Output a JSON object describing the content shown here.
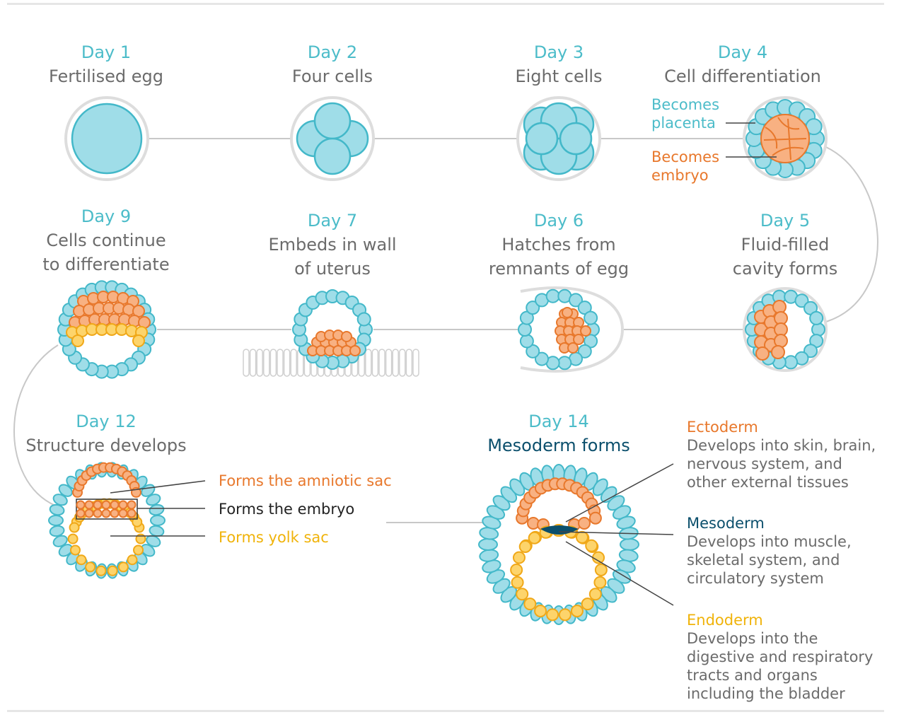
{
  "stages": [
    {
      "day": "Day 1",
      "desc": [
        "Fertilised egg"
      ]
    },
    {
      "day": "Day 2",
      "desc": [
        "Four cells"
      ]
    },
    {
      "day": "Day 3",
      "desc": [
        "Eight cells"
      ]
    },
    {
      "day": "Day 4",
      "desc": [
        "Cell differentiation"
      ]
    },
    {
      "day": "Day 9",
      "desc": [
        "Cells continue",
        "to differentiate"
      ]
    },
    {
      "day": "Day 7",
      "desc": [
        "Embeds in wall",
        "of uterus"
      ]
    },
    {
      "day": "Day 6",
      "desc": [
        "Hatches from",
        "remnants of egg"
      ]
    },
    {
      "day": "Day 5",
      "desc": [
        "Fluid-filled",
        "cavity forms"
      ]
    },
    {
      "day": "Day 12",
      "desc": [
        "Structure develops"
      ]
    },
    {
      "day": "Day 14",
      "desc": [
        "Mesoderm forms"
      ]
    }
  ],
  "day4_notes": {
    "placenta": [
      "Becomes",
      "placenta"
    ],
    "embryo": [
      "Becomes",
      "embryo"
    ]
  },
  "day12_notes": {
    "amniotic": "Forms the amniotic sac",
    "embryo": "Forms the embryo",
    "yolk": "Forms yolk sac"
  },
  "layers": [
    {
      "name": "Ectoderm",
      "desc": [
        "Develops into skin, brain,",
        "nervous system, and",
        "other external tissues"
      ]
    },
    {
      "name": "Mesoderm",
      "desc": [
        "Develops into muscle,",
        "skeletal system, and",
        "circulatory system"
      ]
    },
    {
      "name": "Endoderm",
      "desc": [
        "Develops into the",
        "digestive and respiratory",
        "tracts and organs",
        "including the bladder"
      ]
    }
  ],
  "colors": {
    "teal_text": "#4cbcc9",
    "cell_fill": "#9fdde8",
    "cell_stroke": "#43b8c9",
    "embryo_fill": "#f8b182",
    "embryo_stroke": "#e8782c",
    "yolk_fill": "#fdd46b",
    "yolk_stroke": "#f0a818",
    "mesoderm": "#0b4f6c",
    "connector": "#c8c8c8",
    "text_grey": "#6b6b6b"
  }
}
